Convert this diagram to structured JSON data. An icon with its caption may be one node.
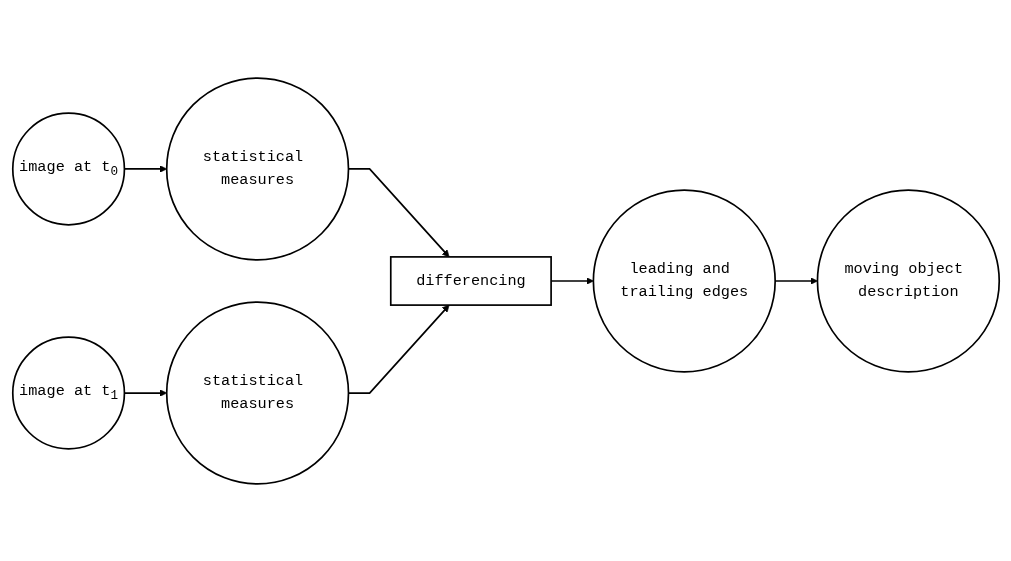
{
  "diagram": {
    "nodes": [
      {
        "text": [
          "image at t$_{0}$"
        ]
      },
      {
        "text": [
          "statistical measures"
        ]
      },
      {
        "text": [
          "image at t$_{1}$"
        ]
      },
      {
        "text": [
          "statistical measures"
        ]
      },
      {
        "text": [
          "differencing"
        ]
      },
      {
        "text": [
          "leading and trailing edges"
        ]
      },
      {
        "text": [
          "moving object description"
        ]
      }
    ],
    "edges": [
      {
        "from": 0,
        "to": 1,
        "arrow": "to"
      },
      {
        "from": 2,
        "to": 3,
        "arrow": "to"
      },
      {
        "from": 1,
        "to": 4,
        "arrow": "to"
      },
      {
        "from": 3,
        "to": 4,
        "arrow": "to"
      },
      {
        "from": 4,
        "to": 5,
        "arrow": "to"
      },
      {
        "from": 5,
        "to": 6,
        "arrow": "to"
      }
    ]
  }
}
